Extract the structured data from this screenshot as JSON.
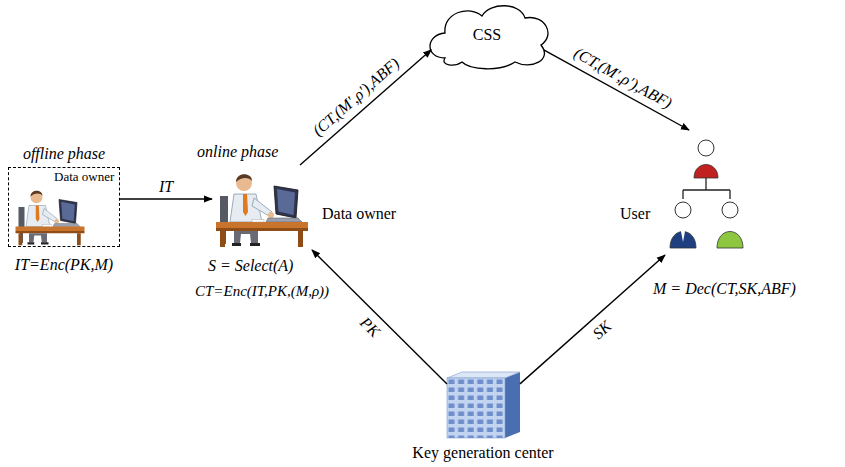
{
  "diagram": {
    "nodes": [
      {
        "text": [
          "offline phase",
          "Data owner",
          "IT=Enc(PK,M)"
        ]
      },
      {
        "text": [
          "online phase",
          "Data owner",
          "S = Select(A)",
          "CT=Enc(IT,PK,(M,ρ))"
        ]
      },
      {
        "text": [
          "CSS"
        ]
      },
      {
        "text": [
          "User",
          "M = Dec(CT,SK,ABF)"
        ]
      },
      {
        "text": [
          "Key generation center"
        ]
      }
    ],
    "edges": [
      {
        "from": 0,
        "to": 1,
        "label": "IT",
        "arrow": "to"
      },
      {
        "from": 1,
        "to": 2,
        "label": "(CT,(M′,ρ′),ABF)",
        "arrow": "to"
      },
      {
        "from": 2,
        "to": 3,
        "label": "(CT,(M′,ρ′),ABF)",
        "arrow": "to"
      },
      {
        "from": 4,
        "to": 1,
        "label": "PK",
        "arrow": "to"
      },
      {
        "from": 4,
        "to": 3,
        "label": "SK",
        "arrow": "to"
      }
    ]
  }
}
